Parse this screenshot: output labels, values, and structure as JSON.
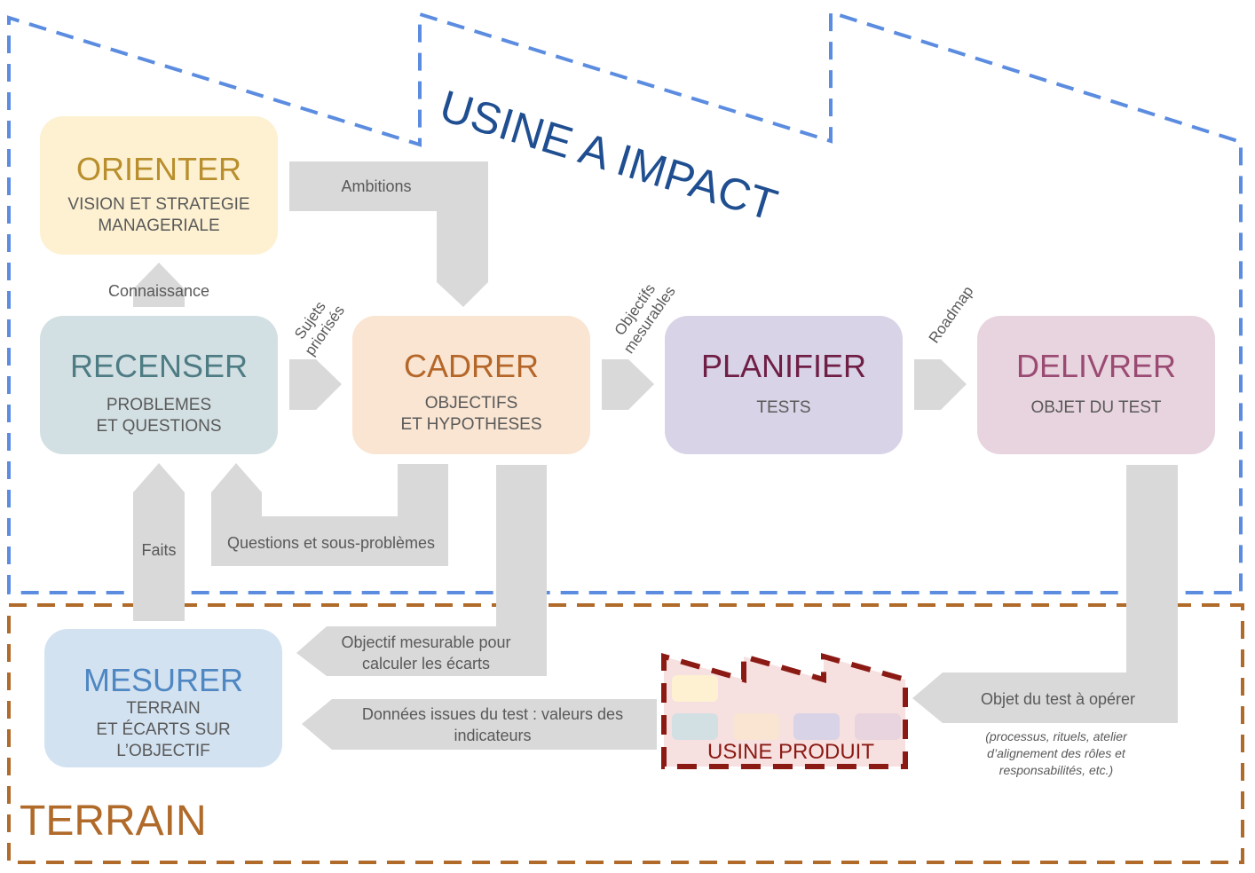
{
  "title_usine_impact": "USINE A IMPACT",
  "title_terrain": "TERRAIN",
  "colors": {
    "usine_impact_border": "#5b8ce0",
    "usine_impact_title": "#1f4e91",
    "terrain_border": "#b06a2a",
    "terrain_title": "#b06a2a",
    "connector_fill": "#d9d9d9",
    "usine_produit_border": "#8b1a14",
    "usine_produit_fill": "#f7e0e0"
  },
  "boxes": {
    "orienter": {
      "title": "ORIENTER",
      "subtitle": "VISION ET STRATEGIE\nMANAGERIALE",
      "bg": "#fdf1d2",
      "fg": "#b98e2c"
    },
    "recenser": {
      "title": "RECENSER",
      "subtitle": "PROBLEMES\nET QUESTIONS",
      "bg": "#d3e0e3",
      "fg": "#4e7c84"
    },
    "cadrer": {
      "title": "CADRER",
      "subtitle": "OBJECTIFS\nET HYPOTHESES",
      "bg": "#f9e5d2",
      "fg": "#b5672a"
    },
    "planifier": {
      "title": "PLANIFIER",
      "subtitle": "TESTS",
      "bg": "#d8d3e6",
      "fg": "#6f1e45"
    },
    "delivrer": {
      "title": "DELIVRER",
      "subtitle": "OBJET DU TEST",
      "bg": "#e8d4de",
      "fg": "#9b4b73"
    },
    "mesurer": {
      "title": "MESURER",
      "subtitle": "TERRAIN\nET ÉCARTS SUR\nL’OBJECTIF",
      "bg": "#d3e2f1",
      "fg": "#4f87c2"
    }
  },
  "connectors": {
    "ambitions": "Ambitions",
    "connaissance": "Connaissance",
    "sujets_priorises": "Sujets\npriorisés",
    "objectifs_mesurables": "Objectifs\nmesurables",
    "roadmap": "Roadmap",
    "faits": "Faits",
    "questions_sous_problemes": "Questions et sous-problèmes",
    "objectif_mesurable_ecarts": "Objectif mesurable pour\ncalculer les écarts",
    "donnees_test": "Données issues du test : valeurs des\nindicateurs",
    "objet_test_operer": "Objet du test à opérer",
    "objet_test_note": "(processus, rituels, atelier\nd’alignement des rôles et\nresponsabilités, etc.)"
  },
  "usine_produit": {
    "label": "USINE PRODUIT",
    "mini_tiles": [
      "#fdf1d2",
      "#d3e0e3",
      "#f9e5d2",
      "#d8d3e6",
      "#e8d4de"
    ]
  }
}
